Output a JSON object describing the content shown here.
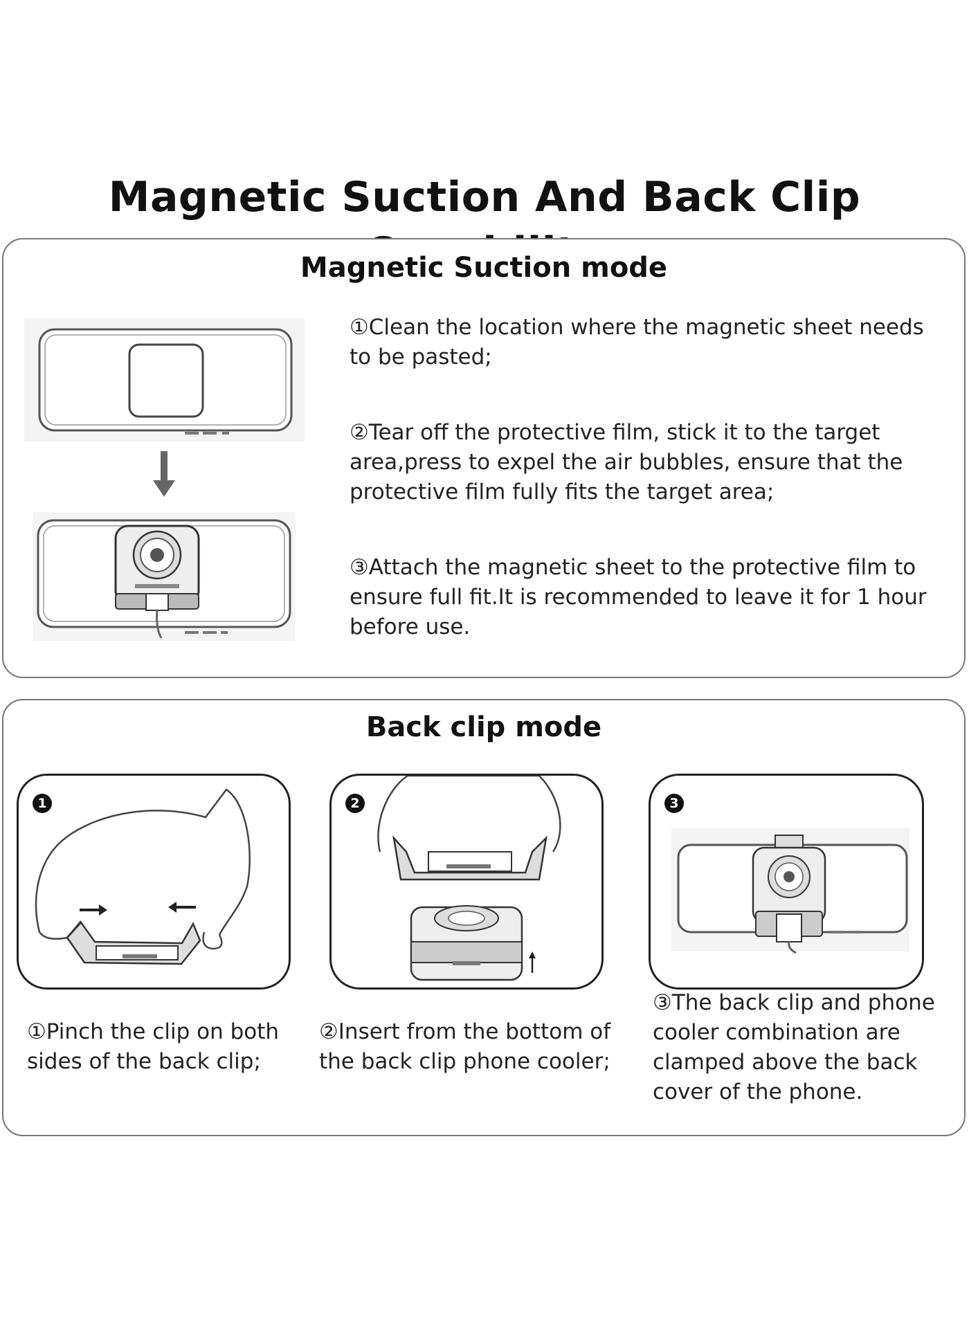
{
  "title": "Magnetic Suction And Back Clip Capability",
  "magnetic": {
    "heading": "Magnetic  Suction mode",
    "steps": [
      "①Clean the location where the magnetic sheet needs to be pasted;",
      "②Tear off the protective film, stick it to the target area,press to expel the air bubbles, ensure that the protective film fully fits the target area;",
      "③Attach the magnetic sheet to the protective film to ensure full fit.It is recommended to leave it for 1 hour before use."
    ]
  },
  "backclip": {
    "heading": "Back clip mode",
    "badges": [
      "1",
      "2",
      "3"
    ],
    "steps": [
      "①Pinch the clip on both sides of the back clip;",
      "②Insert from the bottom of the back clip phone cooler;",
      "③The back clip and phone cooler combination are clamped above the back cover of the phone."
    ]
  },
  "colors": {
    "border": "#777777",
    "ink": "#222222",
    "sketch": "#555555"
  }
}
